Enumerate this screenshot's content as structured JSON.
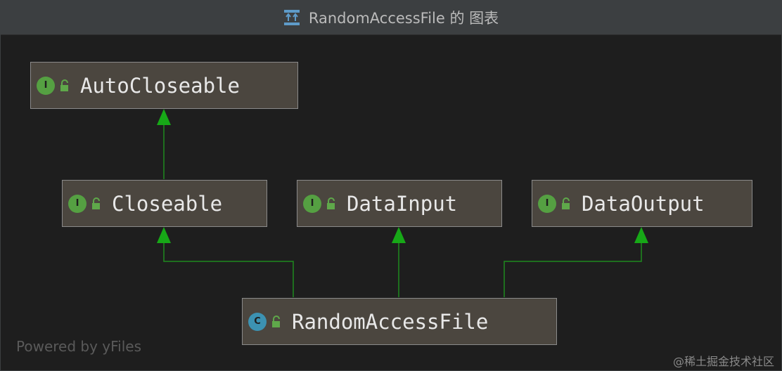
{
  "window": {
    "title": "RandomAccessFile 的 图表",
    "title_icon": "hierarchy-diagram-icon"
  },
  "nodes": {
    "autocloseable": {
      "label": "AutoCloseable",
      "kind": "interface",
      "badge": "I"
    },
    "closeable": {
      "label": "Closeable",
      "kind": "interface",
      "badge": "I"
    },
    "datainput": {
      "label": "DataInput",
      "kind": "interface",
      "badge": "I"
    },
    "dataoutput": {
      "label": "DataOutput",
      "kind": "interface",
      "badge": "I"
    },
    "randomaccessfile": {
      "label": "RandomAccessFile",
      "kind": "class",
      "badge": "C"
    }
  },
  "footer": {
    "powered_by": "Powered by yFiles",
    "watermark": "@稀土掘金技术社区"
  },
  "colors": {
    "edge": "#1f8a1f",
    "arrowhead": "#17a817",
    "interface_badge": "#55a042",
    "class_badge": "#3c92b2",
    "node_bg": "#4b463f"
  }
}
